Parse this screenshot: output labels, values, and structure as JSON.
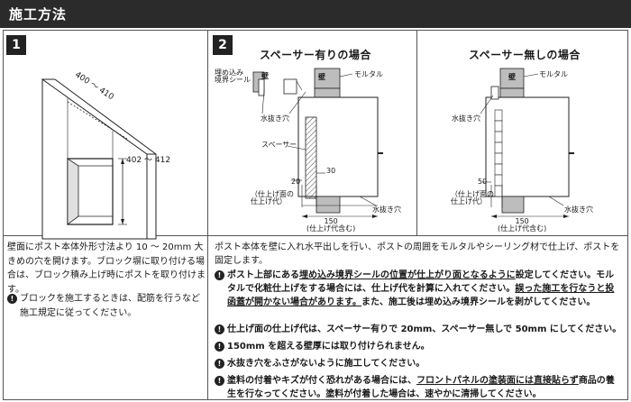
{
  "header": {
    "title": "施工方法"
  },
  "panel1": {
    "step": "1",
    "dim_width": "400 ～ 410",
    "dim_height": "402 ～ 412",
    "text": "壁面にポスト本体外形寸法より 10 ～ 20mm 大きめの穴を開けます。ブロック塀に取り付ける場合は、ブロック積み上げ時にポストを取り付けます。",
    "note": "ブロックを施工するときは、配筋を行うなど施工規定に従ってください。"
  },
  "panel2": {
    "step": "2",
    "left": {
      "title": "スペーサー有りの場合",
      "wall": "壁",
      "mortar": "モルタル",
      "seal": "埋め込み\n境界シール",
      "drain_top": "水抜き穴",
      "spacer": "スペーサー",
      "dim_20": "20",
      "dim_30": "30",
      "finish": "（仕上げ面の\n仕上げ代）",
      "dim_150": "150\n(仕上げ代含む)",
      "drain_bottom": "水抜き穴"
    },
    "right": {
      "title": "スペーサー無しの場合",
      "wall": "壁",
      "mortar": "モルタル",
      "drain_top": "水抜き穴",
      "dim_50": "50",
      "finish": "（仕上げ面の\n仕上げ代）",
      "dim_150": "150\n(仕上げ代含む)",
      "drain_bottom": "水抜き穴"
    },
    "intro": "ポスト本体を壁に入れ水平出しを行い、ポストの周囲をモルタルやシーリング材で仕上げ、ポストを固定します。",
    "note1": {
      "a": "ポスト上部にある",
      "b": "埋め込み境界シールの位置が仕上がり面となるように",
      "c": "設定してください。モルタルで化粧仕上げをする場合には、仕上げ代を計算に入れてください。",
      "d": "誤った施工を行なうと投函蓋が開かない場合があります。",
      "e": "また、施工後は埋め込み境界シールを剥がしてください。"
    },
    "note2": "仕上げ面の仕上げ代は、スペーサー有りで 20mm、スペーサー無しで 50mm にしてください。",
    "note3": "150mm を超える壁厚には取り付けられません。",
    "note4": "水抜き穴をふさがないように施工してください。",
    "note5": {
      "a": "塗料の付着やキズが付く恐れがある場合には、",
      "b": "フロントパネルの塗装面には直接貼らず",
      "c": "商品の養生を行なってください。塗料が付着した場合は、速やかに清掃してください。"
    }
  }
}
